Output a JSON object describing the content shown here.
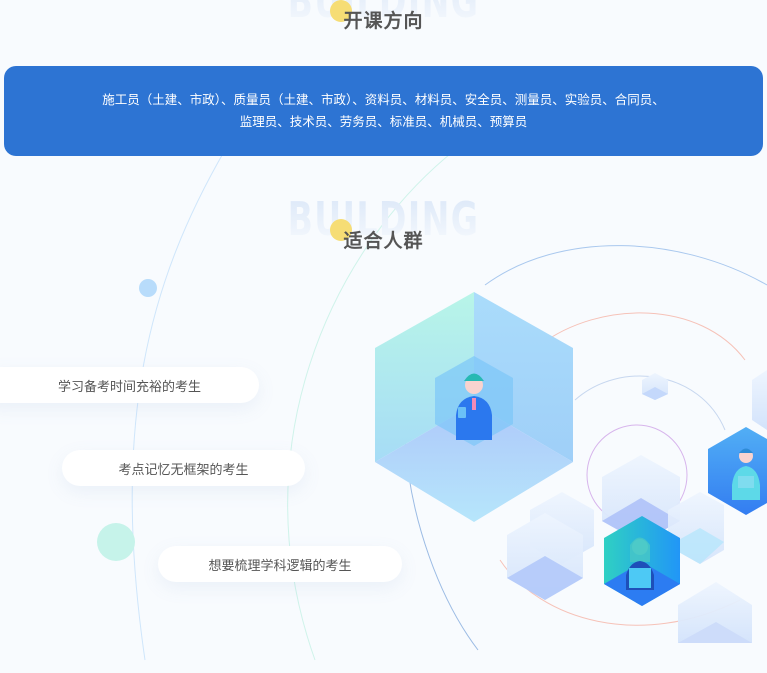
{
  "section_course": {
    "watermark": "BUILDING",
    "title": "开课方向"
  },
  "direction_panel": {
    "line1": "施工员（土建、市政）、质量员（土建、市政）、资料员、材料员、安全员、测量员、实验员、合同员、",
    "line2": "监理员、技术员、劳务员、标准员、机械员、预算员"
  },
  "section_audience": {
    "watermark": "BUILDING",
    "title": "适合人群",
    "items": [
      {
        "label": "学习备考时间充裕的考生"
      },
      {
        "label": "考点记忆无框架的考生"
      },
      {
        "label": "想要梳理学科逻辑的考生"
      }
    ]
  },
  "colors": {
    "panel_blue": "#2d74d3",
    "accent_yellow": "#f6dd75",
    "title_gray": "#555555",
    "background": "#f8fbfe"
  }
}
